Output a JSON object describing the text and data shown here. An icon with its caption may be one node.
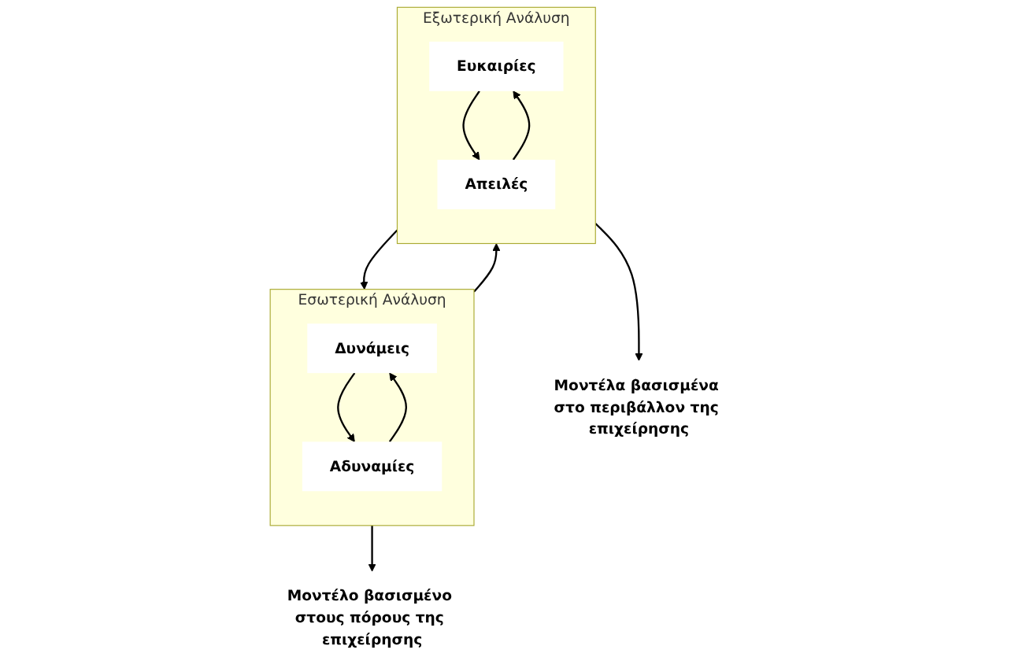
{
  "diagram": {
    "nodes": [
      {
        "text": [
          "Εσωτερική Ανάλυση"
        ]
      },
      {
        "text": [
          "Δυνάμεις"
        ],
        "in": 0
      },
      {
        "text": [
          "Αδυναμίες"
        ],
        "in": 0
      },
      {
        "text": [
          "Εξωτερική Ανάλυση"
        ]
      },
      {
        "text": [
          "Ευκαιρίες"
        ],
        "in": 3
      },
      {
        "text": [
          "Απειλές"
        ],
        "in": 3
      },
      {
        "text": [
          "Μοντέλο βασισμένο στους πόρους της επιχείρησης"
        ]
      },
      {
        "text": [
          "Μοντέλα βασισμένα στο περιβάλλον της επιχείρησης"
        ]
      }
    ],
    "edges": [
      {
        "from": 2,
        "to": 1,
        "arrow": "to"
      },
      {
        "from": 1,
        "to": 2,
        "arrow": "to"
      },
      {
        "from": 3,
        "to": 0,
        "arrow": "to"
      },
      {
        "from": 0,
        "to": 3,
        "arrow": "to"
      },
      {
        "from": 5,
        "to": 4,
        "arrow": "to"
      },
      {
        "from": 4,
        "to": 5,
        "arrow": "to"
      },
      {
        "from": 0,
        "to": 6,
        "arrow": "to"
      },
      {
        "from": 3,
        "to": 7,
        "arrow": "to"
      }
    ]
  }
}
